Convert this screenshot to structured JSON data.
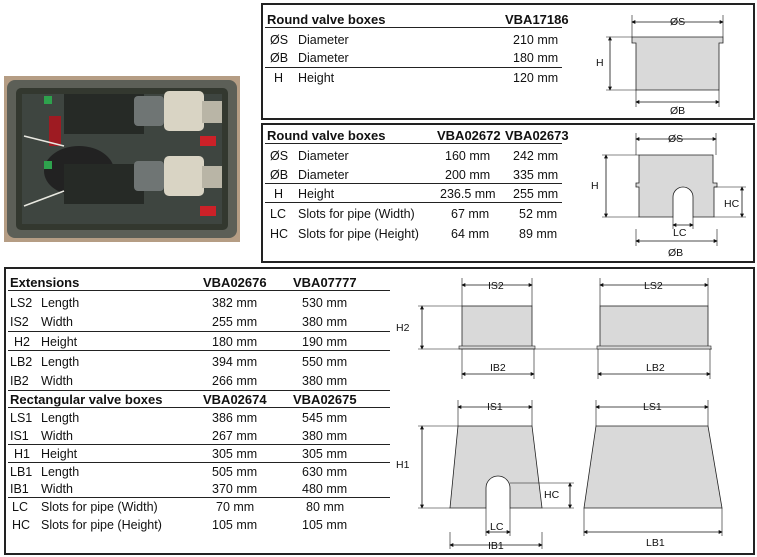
{
  "round1": {
    "title": "Round valve boxes",
    "code": "VBA17186",
    "rows": [
      {
        "sym": "ØS",
        "label": "Diameter",
        "v1": "210 mm"
      },
      {
        "sym": "ØB",
        "label": "Diameter",
        "v1": "180 mm"
      },
      {
        "sym": "H",
        "label": "Height",
        "v1": "120 mm"
      }
    ],
    "diagram": {
      "top": "ØS",
      "side": "H",
      "bottom": "ØB"
    }
  },
  "round2": {
    "title": "Round valve boxes",
    "code1": "VBA02672",
    "code2": "VBA02673",
    "rows": [
      {
        "sym": "ØS",
        "label": "Diameter",
        "v1": "160 mm",
        "v2": "242 mm"
      },
      {
        "sym": "ØB",
        "label": "Diameter",
        "v1": "200 mm",
        "v2": "335 mm"
      },
      {
        "sym": "H",
        "label": "Height",
        "v1": "236.5 mm",
        "v2": "255 mm"
      },
      {
        "sym": "LC",
        "label": "Slots for pipe (Width)",
        "v1": "67 mm",
        "v2": "52 mm"
      },
      {
        "sym": "HC",
        "label": "Slots for pipe (Height)",
        "v1": "64 mm",
        "v2": "89 mm"
      }
    ],
    "diagram": {
      "top": "ØS",
      "side": "H",
      "hc": "HC",
      "lc": "LC",
      "bottom": "ØB"
    }
  },
  "extensions": {
    "title": "Extensions",
    "code1": "VBA02676",
    "code2": "VBA07777",
    "rows": [
      {
        "sym": "LS2",
        "label": "Length",
        "v1": "382 mm",
        "v2": "530 mm"
      },
      {
        "sym": "IS2",
        "label": "Width",
        "v1": "255 mm",
        "v2": "380 mm"
      },
      {
        "sym": "H2",
        "label": "Height",
        "v1": "180 mm",
        "v2": "190 mm"
      },
      {
        "sym": "LB2",
        "label": "Length",
        "v1": "394 mm",
        "v2": "550 mm"
      },
      {
        "sym": "IB2",
        "label": "Width",
        "v1": "266 mm",
        "v2": "380 mm"
      }
    ],
    "diagram": {
      "is2": "IS2",
      "ls2": "LS2",
      "h2": "H2",
      "ib2": "IB2",
      "lb2": "LB2"
    }
  },
  "rect": {
    "title": "Rectangular valve boxes",
    "code1": "VBA02674",
    "code2": "VBA02675",
    "rows": [
      {
        "sym": "LS1",
        "label": "Length",
        "v1": "386 mm",
        "v2": "545 mm"
      },
      {
        "sym": "IS1",
        "label": "Width",
        "v1": "267 mm",
        "v2": "380 mm"
      },
      {
        "sym": "H1",
        "label": "Height",
        "v1": "305 mm",
        "v2": "305 mm"
      },
      {
        "sym": "LB1",
        "label": "Length",
        "v1": "505 mm",
        "v2": "630 mm"
      },
      {
        "sym": "IB1",
        "label": "Width",
        "v1": "370 mm",
        "v2": "480 mm"
      },
      {
        "sym": "LC",
        "label": "Slots for pipe (Width)",
        "v1": "70 mm",
        "v2": "80 mm"
      },
      {
        "sym": "HC",
        "label": "Slots for pipe (Height)",
        "v1": "105 mm",
        "v2": "105 mm"
      }
    ],
    "diagram": {
      "is1": "IS1",
      "ls1": "LS1",
      "h1": "H1",
      "hc": "HC",
      "lc": "LC",
      "ib1": "IB1",
      "lb1": "LB1"
    }
  }
}
